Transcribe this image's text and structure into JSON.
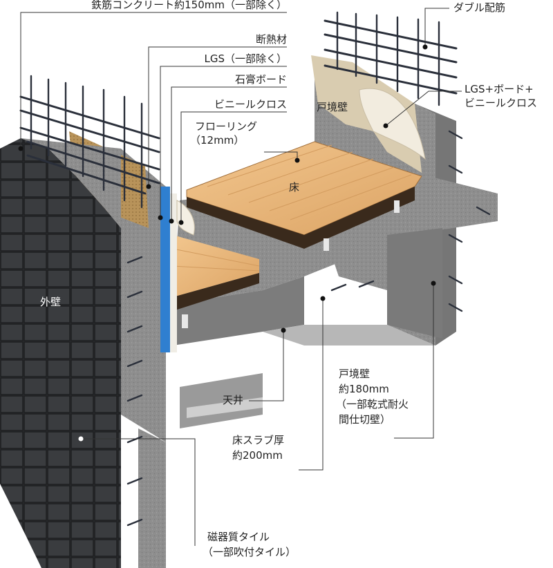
{
  "labels": {
    "rc_wall": "鉄筋コンクリート約150mm（一部除く）",
    "insulation": "断熱材",
    "lgs": "LGS（一部除く）",
    "gypsum": "石膏ボード",
    "vinyl_cloth": "ビニールクロス",
    "flooring_line1": "フローリング",
    "flooring_line2": "（12mm）",
    "double_rebar": "ダブル配筋",
    "lgs_board_line1": "LGS+ボード+",
    "lgs_board_line2": "ビニールクロス",
    "party_wall_top": "戸境壁",
    "floor": "床",
    "exterior_wall": "外壁",
    "ceiling": "天井",
    "party_wall_line1": "戸境壁",
    "party_wall_line2": "約180mm",
    "party_wall_line3": "（一部乾式耐火",
    "party_wall_line4": "間仕切壁）",
    "slab_line1": "床スラブ厚",
    "slab_line2": "約200mm",
    "tile_line1": "磁器質タイル",
    "tile_line2": "（一部吹付タイル）"
  },
  "colors": {
    "concrete": "#8e8e8e",
    "concrete_dark": "#6f6f6f",
    "tile": "#2f3133",
    "wood": "#e9b679",
    "insulation": "#b8935a",
    "lgs": "#2f7fd0",
    "rebar": "#2a2f3a"
  }
}
